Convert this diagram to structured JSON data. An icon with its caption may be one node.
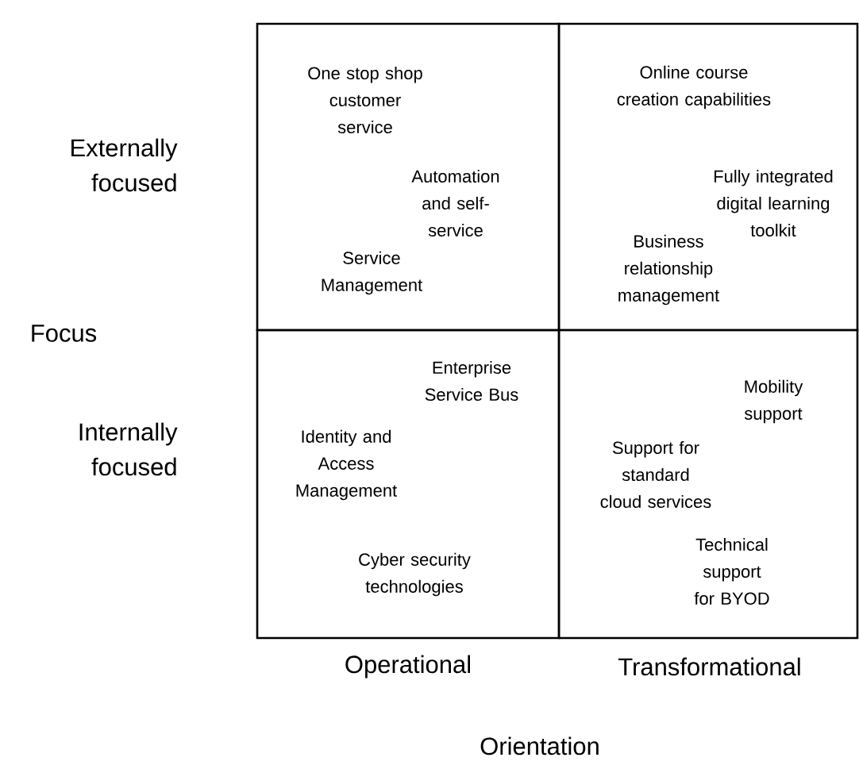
{
  "diagram": {
    "nodes": [
      {
        "text": [
          "One stop shop customer service",
          "Automation and self-service",
          "Service Management"
        ]
      },
      {
        "text": [
          "Online course creation capabilities",
          "Fully integrated digital learning toolkit",
          "Business relationship management"
        ]
      },
      {
        "text": [
          "Enterprise Service Bus",
          "Identity and Access Management",
          "Cyber security technologies"
        ]
      },
      {
        "text": [
          "Mobility support",
          "Support for standard cloud services",
          "Technical support for BYOD"
        ]
      }
    ],
    "labels": [
      "Externally focused",
      "Focus",
      "Internally focused",
      "Operational",
      "Transformational",
      "Orientation"
    ]
  }
}
